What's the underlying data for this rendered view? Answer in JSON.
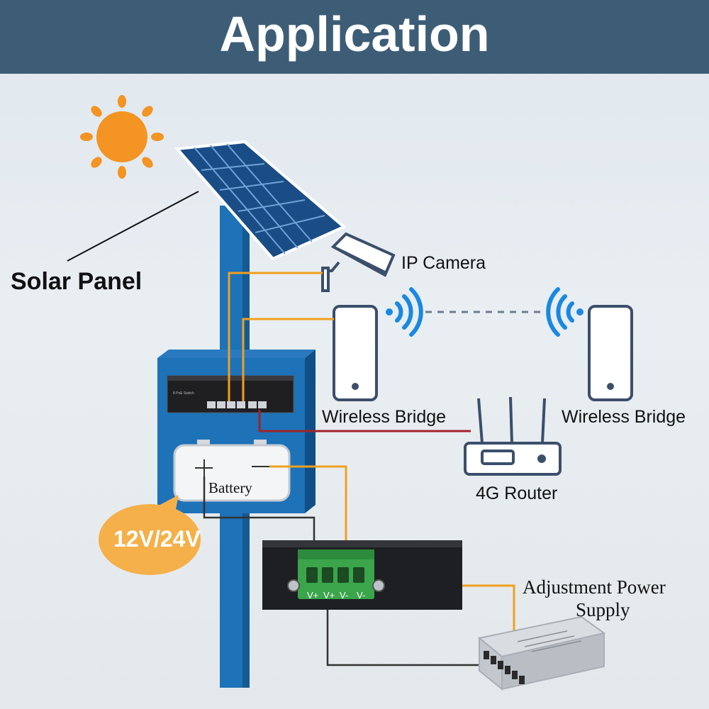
{
  "header": {
    "title": "Application"
  },
  "labels": {
    "solar_panel": "Solar Panel",
    "ip_camera": "IP Camera",
    "wireless_bridge_left": "Wireless Bridge",
    "wireless_bridge_right": "Wireless Bridge",
    "router": "4G Router",
    "battery": "Battery",
    "voltage": "12V/24V",
    "terminals": [
      "V+",
      "V+",
      "V-",
      "V-"
    ],
    "power_supply_line1": "Adjustment Power",
    "power_supply_line2": "Supply",
    "switch_text": "8 PoE Switch"
  },
  "colors": {
    "header_bg": "#3d5d77",
    "pole": "#1d72b8",
    "sun": "#f39423",
    "wifi": "#1a88e0",
    "cable_orange": "#f0a020",
    "cable_red": "#a0242a",
    "terminal_green": "#3aa54a",
    "bubble": "#f5b04a"
  }
}
